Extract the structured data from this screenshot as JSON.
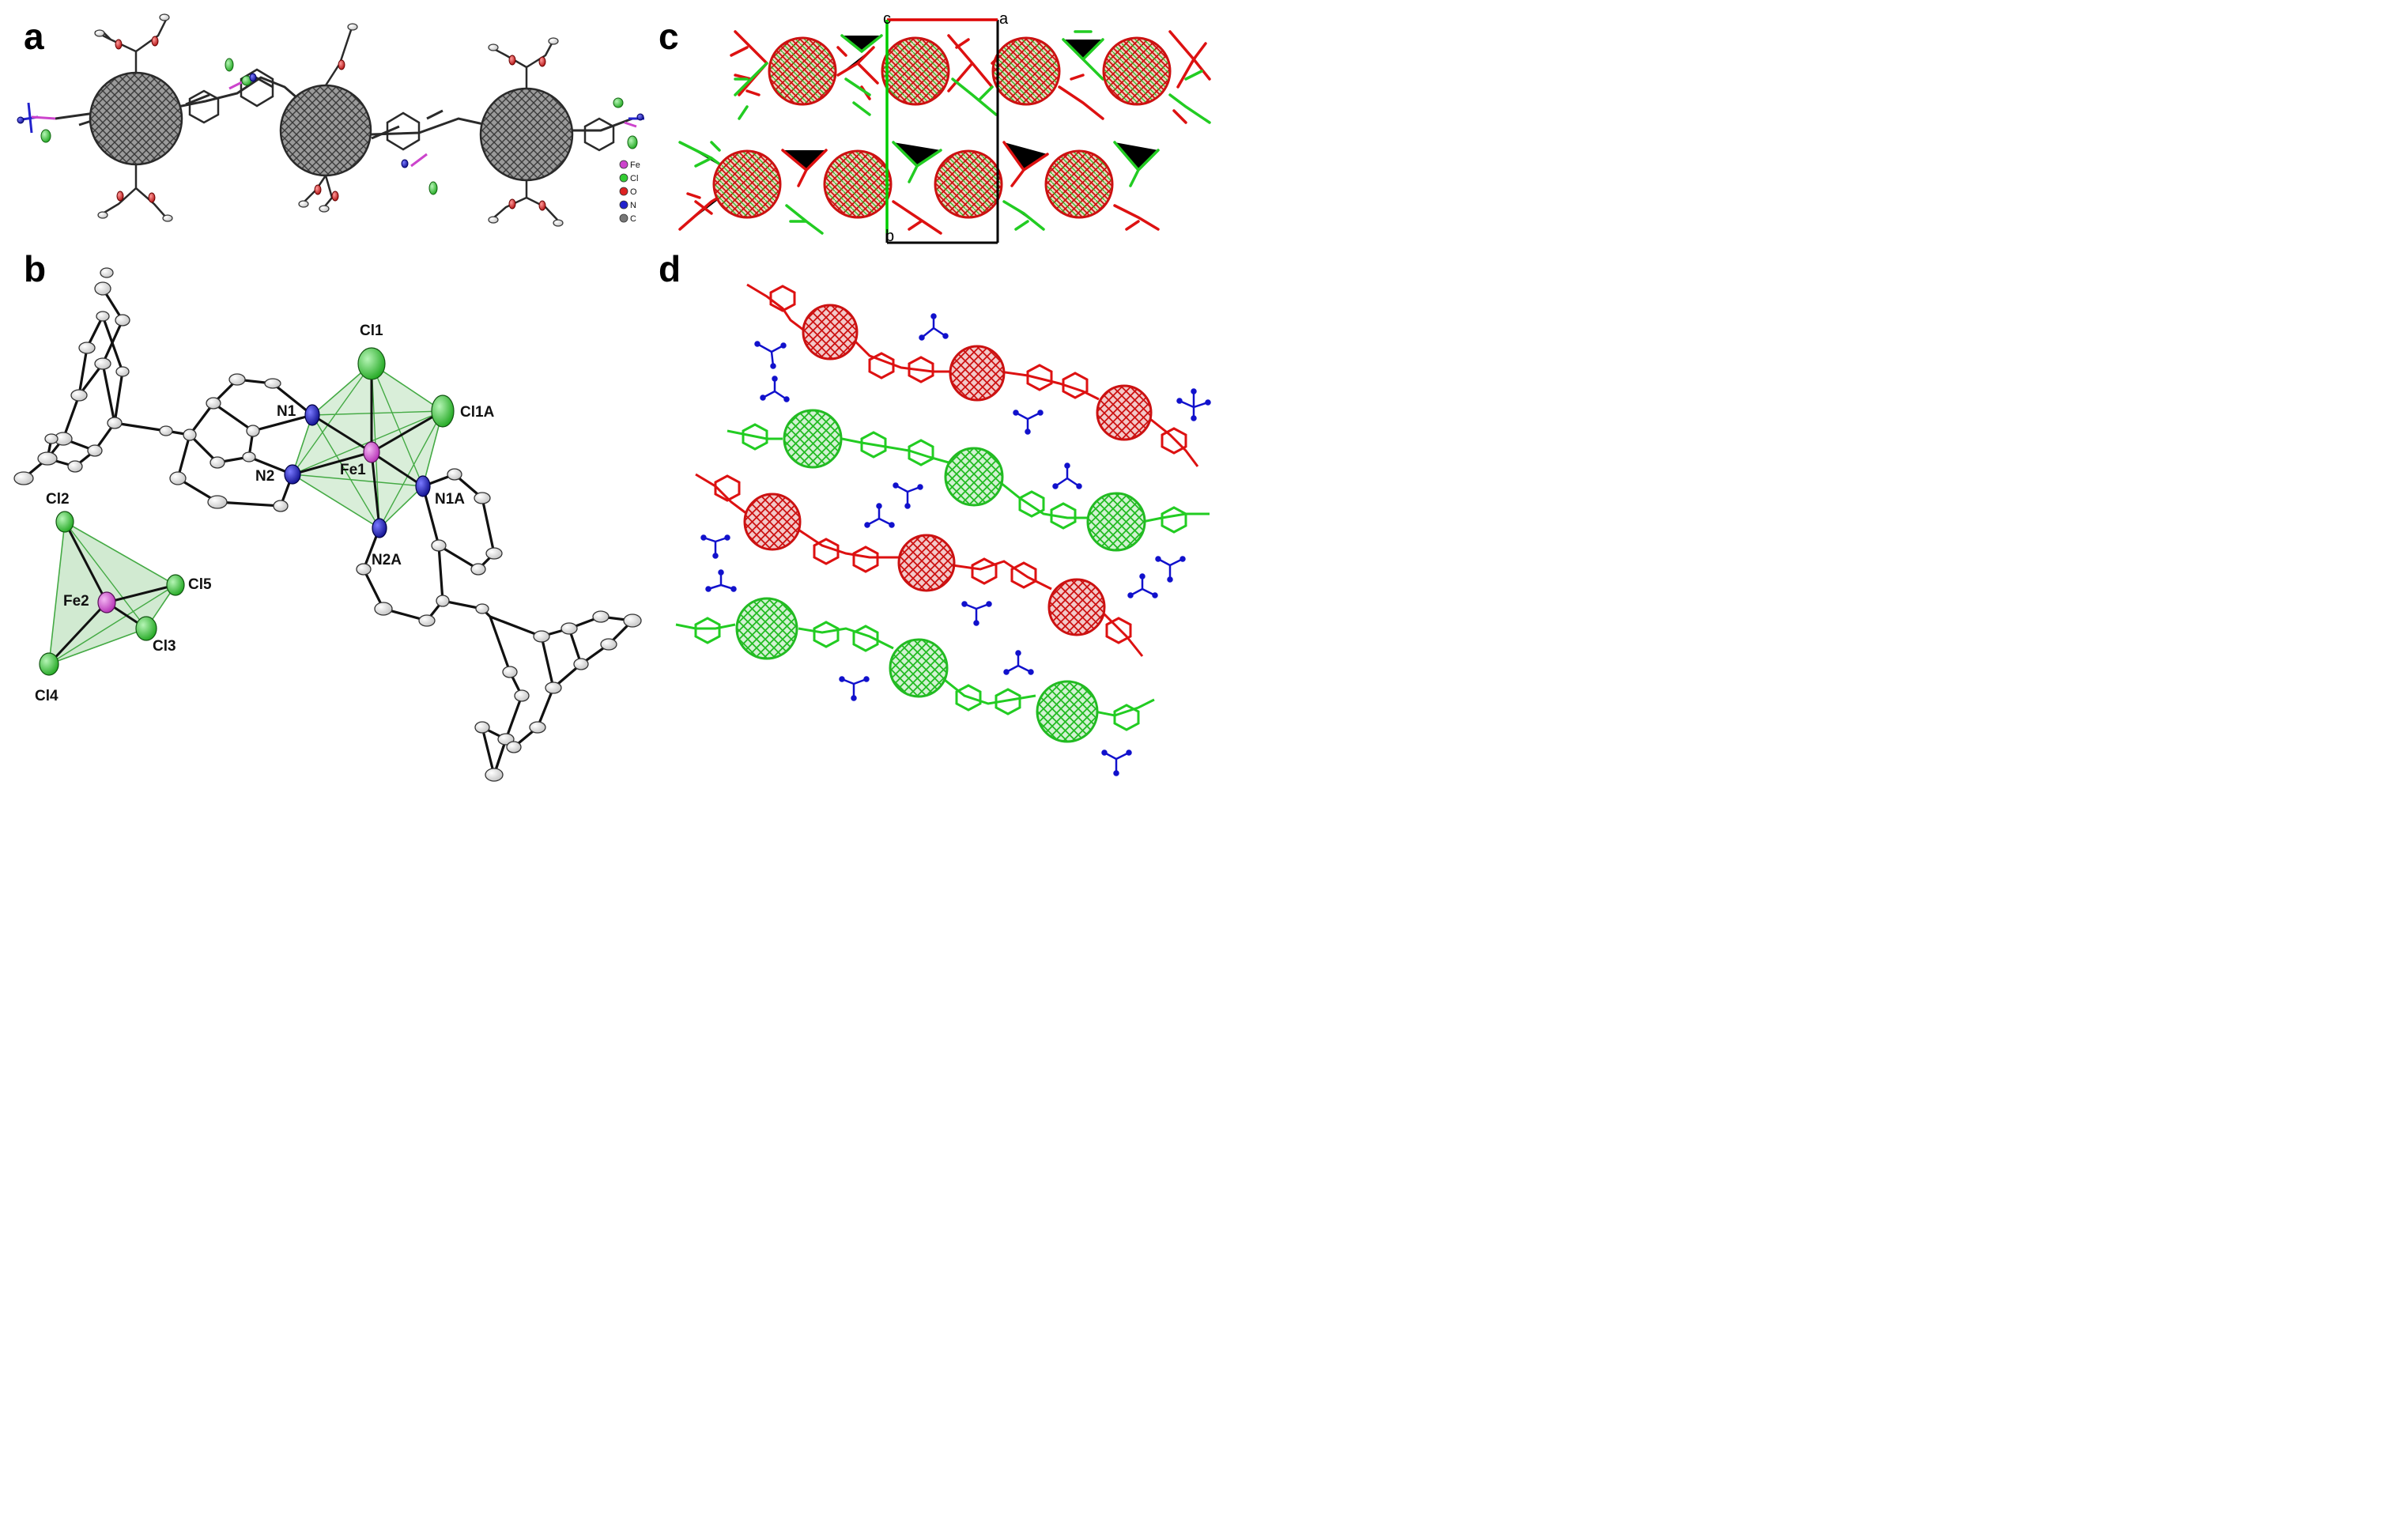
{
  "panels": [
    {
      "letter": "a"
    },
    {
      "letter": "b"
    },
    {
      "letter": "c"
    },
    {
      "letter": "d"
    }
  ],
  "panel_a": {
    "legend": [
      {
        "element": "Fe",
        "color": "#cc44cc"
      },
      {
        "element": "Cl",
        "color": "#33cc33"
      },
      {
        "element": "O",
        "color": "#dd2222"
      },
      {
        "element": "N",
        "color": "#2222cc"
      },
      {
        "element": "C",
        "color": "#777777"
      }
    ]
  },
  "panel_b": {
    "atom_labels": {
      "Cl1": "Cl1",
      "Cl1A": "Cl1A",
      "N1": "N1",
      "N2": "N2",
      "Fe1": "Fe1",
      "N1A": "N1A",
      "N2A": "N2A",
      "Cl2": "Cl2",
      "Cl5": "Cl5",
      "Fe2": "Fe2",
      "Cl3": "Cl3",
      "Cl4": "Cl4"
    },
    "colors": {
      "Fe": "#cc44cc",
      "Cl": "#33cc33",
      "N": "#2222cc",
      "C": "#e6e6e6",
      "polyhedron": "#66bb66"
    }
  },
  "panel_c": {
    "axis_labels": {
      "c": "c",
      "a": "a",
      "b": "b"
    },
    "colors": {
      "red_layer": "#dd1111",
      "green_layer": "#22cc22",
      "a_axis": "#dd0000",
      "b_axis": "#00cc00",
      "cell": "#000000"
    }
  },
  "panel_d": {
    "colors": {
      "red_chain": "#dd1111",
      "green_chain": "#22cc22",
      "anion": "#1111cc"
    }
  }
}
